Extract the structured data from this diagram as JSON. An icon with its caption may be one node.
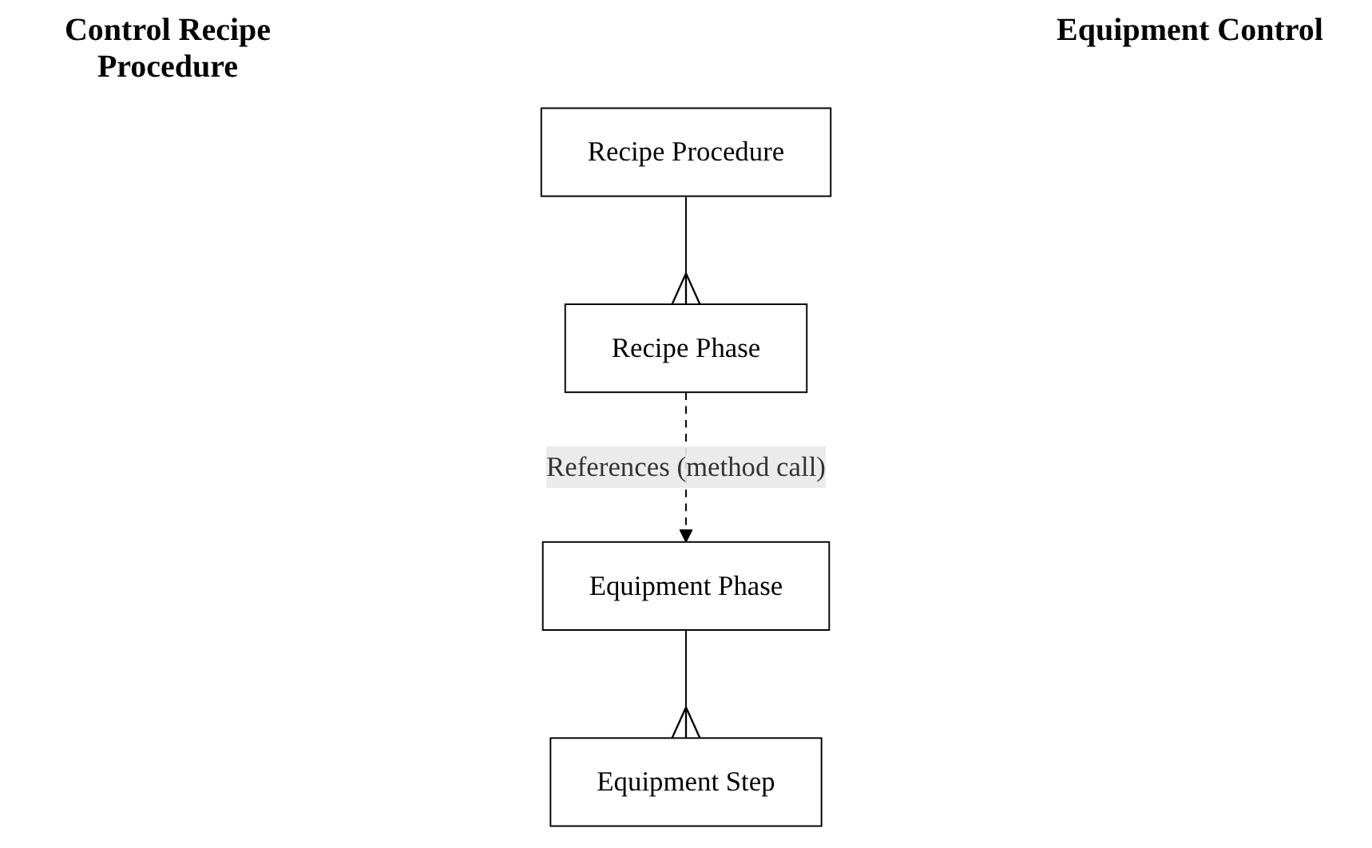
{
  "diagram": {
    "nodes": [
      {
        "text": [
          "Recipe Procedure"
        ]
      },
      {
        "text": [
          "Recipe Phase"
        ]
      },
      {
        "text": [
          "Equipment Phase"
        ]
      },
      {
        "text": [
          "Equipment Step"
        ]
      }
    ],
    "edges": [
      {
        "from": 0,
        "to": 1,
        "arrow": "other"
      },
      {
        "from": 1,
        "to": 2,
        "arrow": "to",
        "style": "dashed",
        "label": "References (method call)"
      },
      {
        "from": 2,
        "to": 3,
        "arrow": "other"
      }
    ],
    "labels": [
      "Control Recipe Procedure",
      "Equipment Control"
    ]
  }
}
